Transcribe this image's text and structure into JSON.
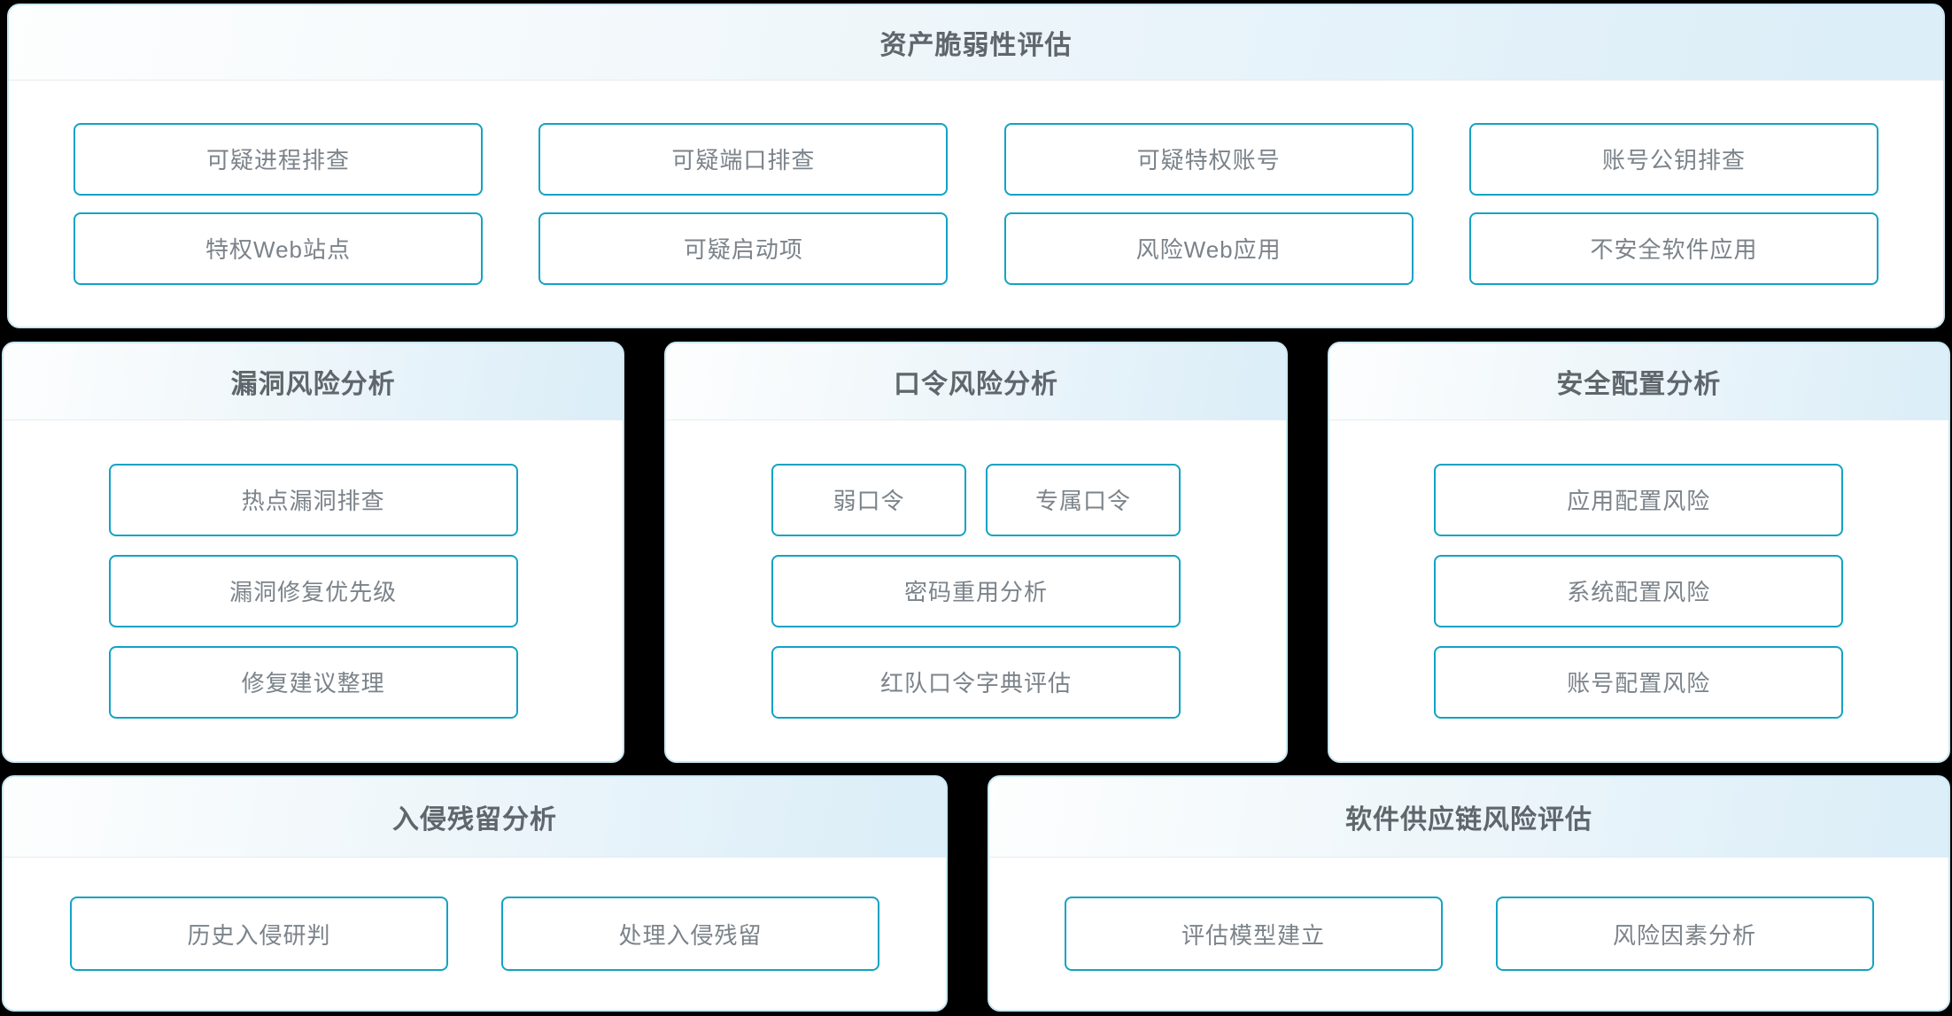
{
  "colors": {
    "page_bg": "#000000",
    "panel_bg": "#ffffff",
    "panel_border": "#c8e7f3",
    "header_gradient_start": "#fdfefe",
    "header_gradient_end": "#dceef8",
    "header_divider": "#e6ecf0",
    "title_text": "#5f676c",
    "button_border": "#12a3c4",
    "button_text": "#7b838a"
  },
  "panels": {
    "asset": {
      "title": "资产脆弱性评估",
      "buttons": [
        "可疑进程排查",
        "可疑端口排查",
        "可疑特权账号",
        "账号公钥排查",
        "特权Web站点",
        "可疑启动项",
        "风险Web应用",
        "不安全软件应用"
      ]
    },
    "vuln": {
      "title": "漏洞风险分析",
      "buttons": [
        "热点漏洞排查",
        "漏洞修复优先级",
        "修复建议整理"
      ]
    },
    "password": {
      "title": "口令风险分析",
      "buttons_small": [
        "弱口令",
        "专属口令"
      ],
      "buttons": [
        "密码重用分析",
        "红队口令字典评估"
      ]
    },
    "config": {
      "title": "安全配置分析",
      "buttons": [
        "应用配置风险",
        "系统配置风险",
        "账号配置风险"
      ]
    },
    "intrusion": {
      "title": "入侵残留分析",
      "buttons": [
        "历史入侵研判",
        "处理入侵残留"
      ]
    },
    "supply": {
      "title": "软件供应链风险评估",
      "buttons": [
        "评估模型建立",
        "风险因素分析"
      ]
    }
  }
}
